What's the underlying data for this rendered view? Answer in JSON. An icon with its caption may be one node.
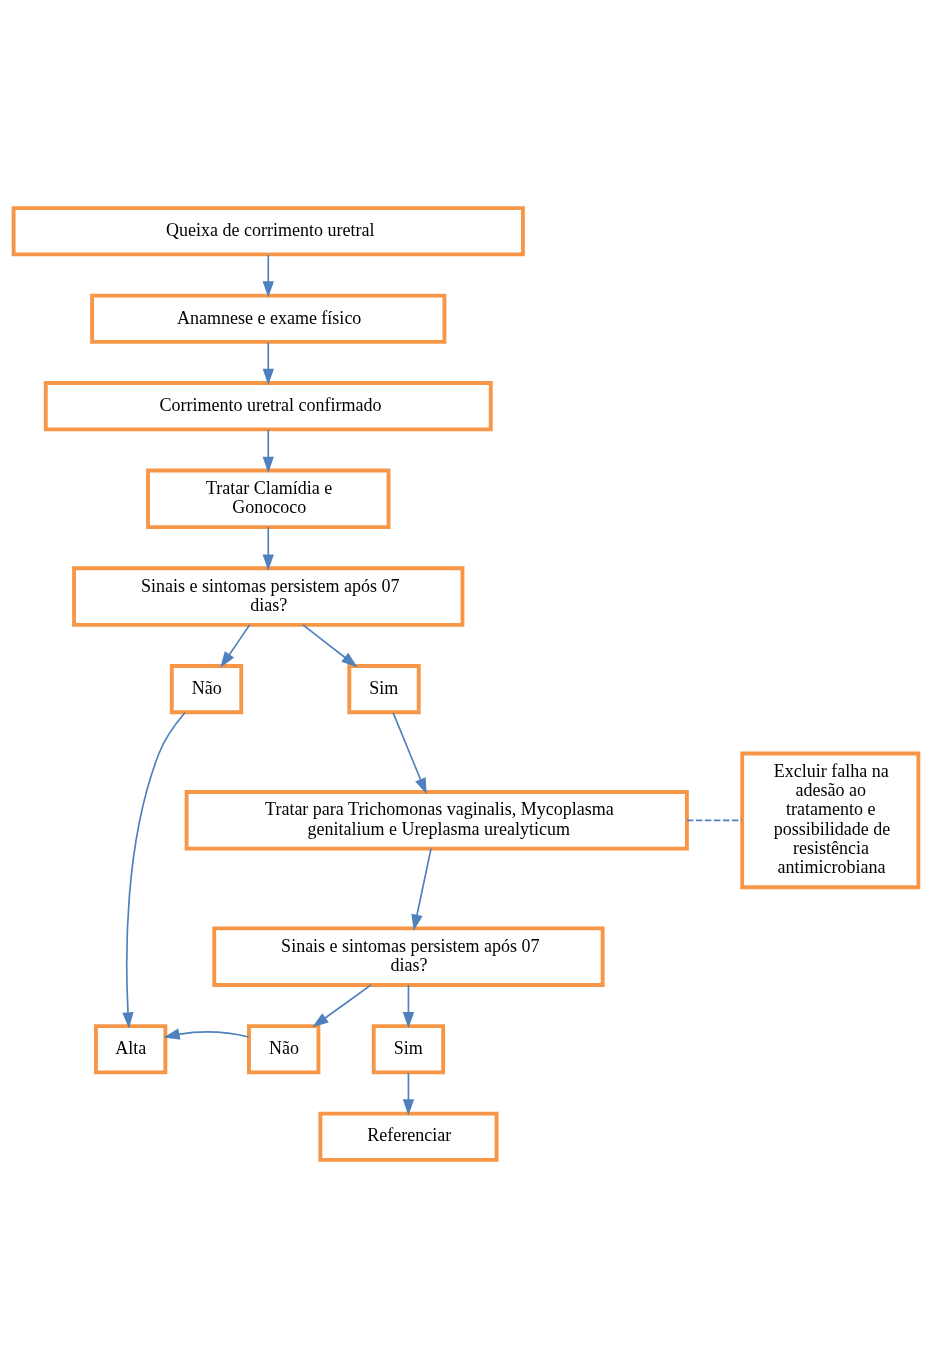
{
  "diagram": {
    "nodes": [
      {
        "text": [
          "Queixa de corrimento uretral"
        ]
      },
      {
        "text": [
          "Anamnese e exame físico"
        ]
      },
      {
        "text": [
          "Corrimento uretral confirmado"
        ]
      },
      {
        "text": [
          "Tratar Clamídia e Gonococo"
        ]
      },
      {
        "text": [
          "Sinais e sintomas persistem após 07 dias?"
        ]
      },
      {
        "text": [
          "Não"
        ]
      },
      {
        "text": [
          "Sim"
        ]
      },
      {
        "text": [
          "Tratar para Trichomonas vaginalis, Mycoplasma genitalium e Ureplasma urealyticum"
        ]
      },
      {
        "text": [
          "Excluir falha na adesão ao tratamento e possibilidade de resistência antimicrobiana"
        ]
      },
      {
        "text": [
          "Sinais e sintomas persistem após 07 dias?"
        ]
      },
      {
        "text": [
          "Alta"
        ]
      },
      {
        "text": [
          "Não"
        ]
      },
      {
        "text": [
          "Sim"
        ]
      },
      {
        "text": [
          "Referenciar"
        ]
      }
    ],
    "edges": [
      {
        "from": 0,
        "to": 1,
        "arrow": "to"
      },
      {
        "from": 1,
        "to": 2,
        "arrow": "to"
      },
      {
        "from": 2,
        "to": 3,
        "arrow": "to"
      },
      {
        "from": 3,
        "to": 4,
        "arrow": "to"
      },
      {
        "from": 4,
        "to": 5,
        "arrow": "to"
      },
      {
        "from": 4,
        "to": 6,
        "arrow": "to"
      },
      {
        "from": 6,
        "to": 7,
        "arrow": "to"
      },
      {
        "from": 5,
        "to": 10,
        "arrow": "to"
      },
      {
        "from": 7,
        "to": 9,
        "arrow": "to"
      },
      {
        "from": 7,
        "to": 8,
        "arrow": "none",
        "style": "dashed"
      },
      {
        "from": 9,
        "to": 11,
        "arrow": "to"
      },
      {
        "from": 9,
        "to": 12,
        "arrow": "to"
      },
      {
        "from": 11,
        "to": 10,
        "arrow": "to"
      },
      {
        "from": 12,
        "to": 13,
        "arrow": "to"
      }
    ]
  }
}
